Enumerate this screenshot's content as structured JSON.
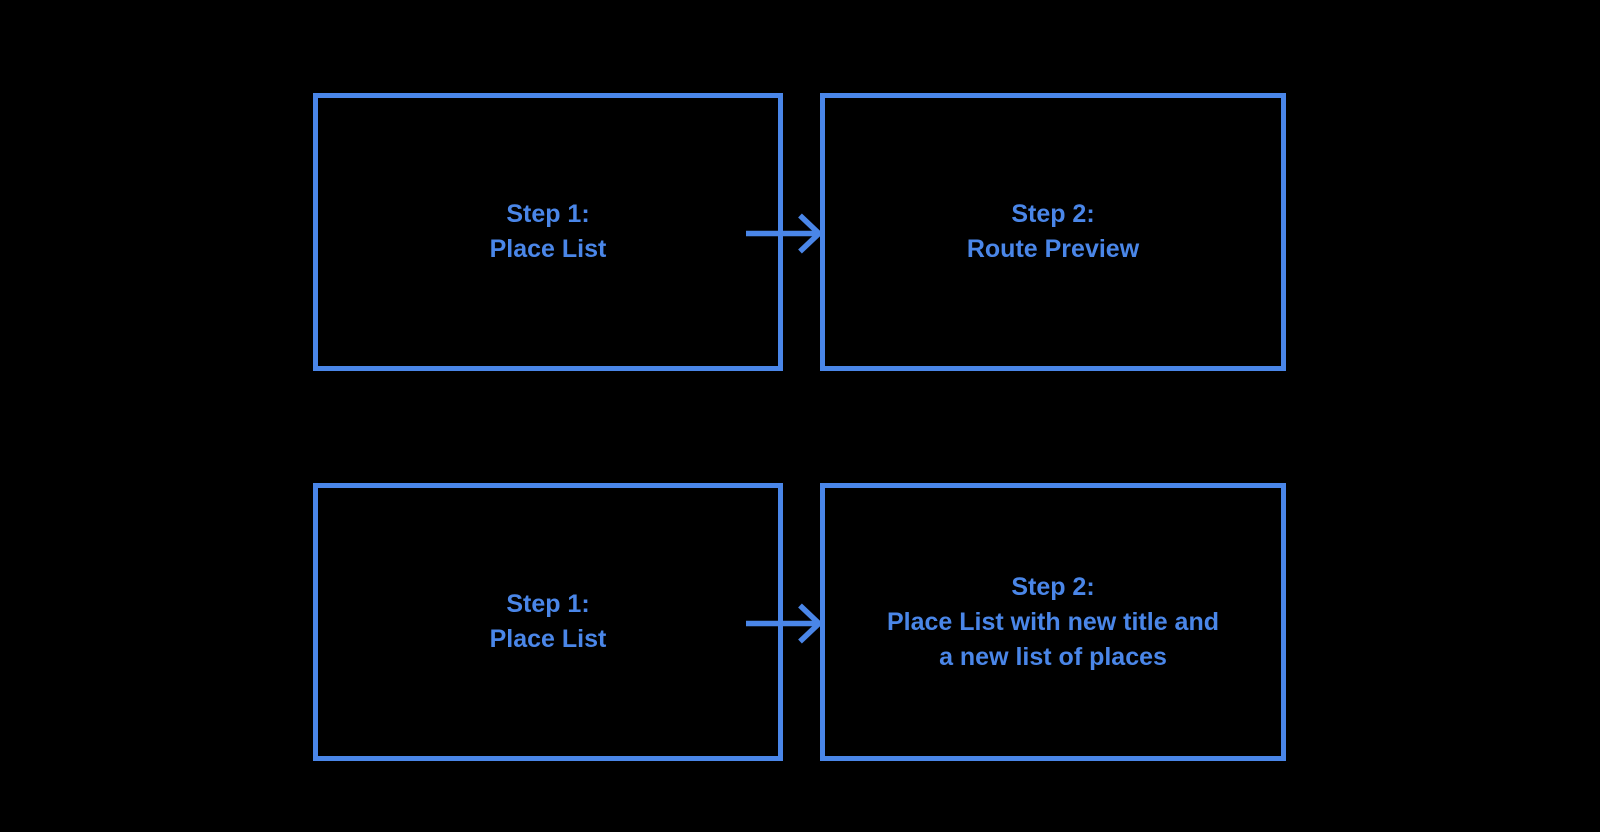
{
  "canvas": {
    "background": "#000000",
    "accent": "#4a86e8"
  },
  "diagram": {
    "flows": [
      {
        "from": {
          "lines": [
            "Step 1:",
            "Place List"
          ]
        },
        "arrow": "right-arrow",
        "to": {
          "lines": [
            "Step 2:",
            "Route Preview"
          ]
        }
      },
      {
        "from": {
          "lines": [
            "Step 1:",
            "Place List"
          ]
        },
        "arrow": "right-arrow",
        "to": {
          "lines": [
            "Step 2:",
            "Place List with new title and",
            "a new list of places"
          ]
        }
      }
    ]
  }
}
